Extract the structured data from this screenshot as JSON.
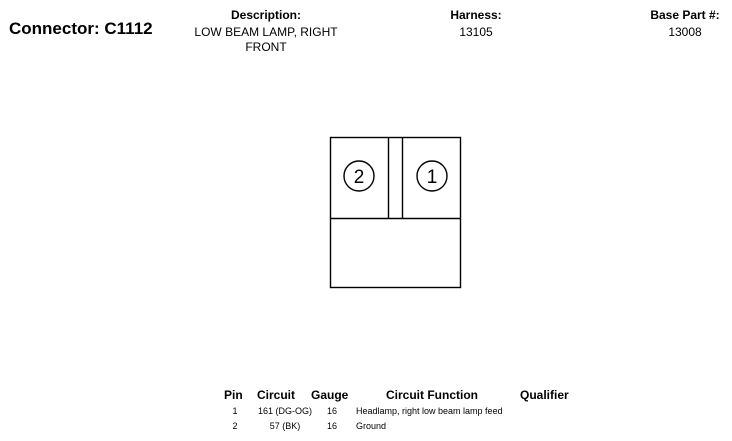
{
  "header": {
    "connector": "Connector: C1112",
    "description_label": "Description:",
    "description_value": "LOW BEAM LAMP, RIGHT FRONT",
    "harness_label": "Harness:",
    "harness_value": "13105",
    "base_part_label": "Base Part #:",
    "base_part_value": "13008"
  },
  "diagram": {
    "pin_left": "2",
    "pin_right": "1"
  },
  "table": {
    "headers": {
      "pin": "Pin",
      "circuit": "Circuit",
      "gauge": "Gauge",
      "function": "Circuit Function",
      "qualifier": "Qualifier"
    },
    "rows": [
      {
        "pin": "1",
        "circuit": "161 (DG-OG)",
        "gauge": "16",
        "function": "Headlamp, right low beam lamp feed",
        "qualifier": ""
      },
      {
        "pin": "2",
        "circuit": "57 (BK)",
        "gauge": "16",
        "function": "Ground",
        "qualifier": ""
      }
    ]
  }
}
